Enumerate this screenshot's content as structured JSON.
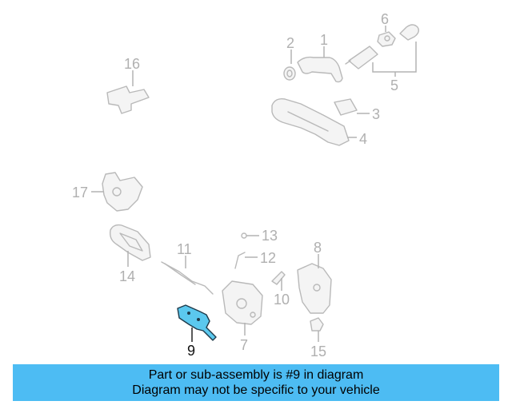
{
  "callouts": {
    "n1": "1",
    "n2": "2",
    "n3": "3",
    "n4": "4",
    "n5": "5",
    "n6": "6",
    "n7": "7",
    "n8": "8",
    "n9": "9",
    "n10": "10",
    "n11": "11",
    "n12": "12",
    "n13": "13",
    "n14": "14",
    "n15": "15",
    "n16": "16",
    "n17": "17"
  },
  "highlight": {
    "part_number": "9",
    "color": "#5bc8ee"
  },
  "banner": {
    "line1": "Part or sub-assembly is #9 in diagram",
    "line2": "Diagram may not be specific to your vehicle",
    "background": "#4dbcf3"
  }
}
